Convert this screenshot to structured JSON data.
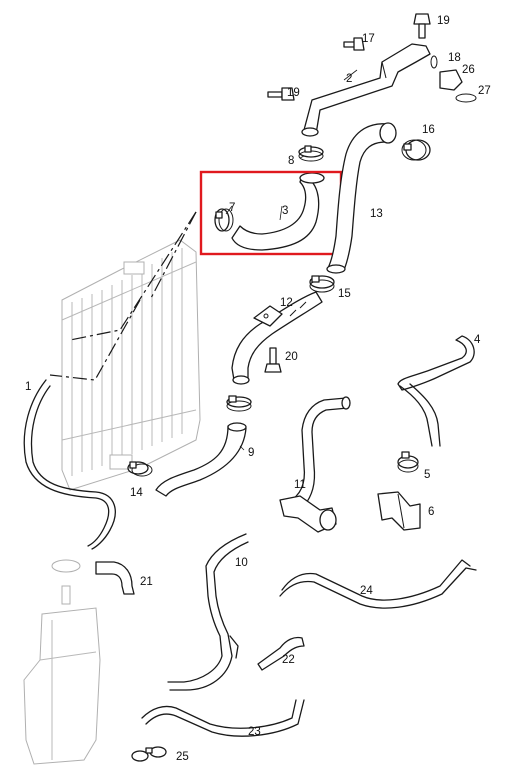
{
  "callouts": [
    "1",
    "2",
    "3",
    "4",
    "5",
    "6",
    "7",
    "8",
    "9",
    "10",
    "11",
    "12",
    "13",
    "14",
    "15",
    "16",
    "17",
    "18",
    "19",
    "19",
    "20",
    "21",
    "22",
    "23",
    "24",
    "25",
    "26",
    "27"
  ],
  "colors": {
    "highlight": "#e0191e",
    "line": "#1a1a1a",
    "ghost": "#b8b8b8"
  }
}
